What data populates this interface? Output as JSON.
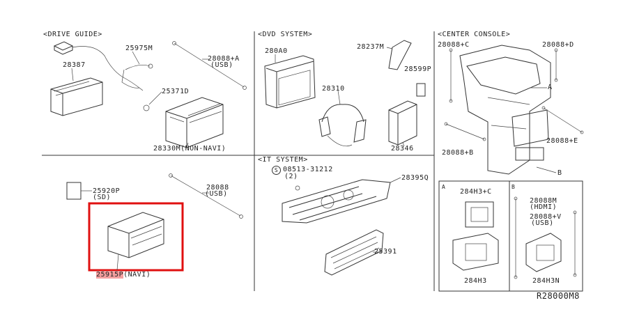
{
  "diagram_code": "R28000M8",
  "sections": {
    "drive_guide": "<DRIVE GUIDE>",
    "dvd_system": "<DVD SYSTEM>",
    "center_console": "<CENTER CONSOLE>",
    "it_system": "<IT SYSTEM>"
  },
  "parts": {
    "p28387": "28387",
    "p25975m": "25975M",
    "p28088a": "28088+A",
    "p28088a_sub": "(USB)",
    "p25371d": "25371D",
    "p28330m": "28330M(NON-NAVI)",
    "p280a0": "280A0",
    "p28237m": "28237M",
    "p28599p": "28599P",
    "p28310": "28310",
    "p28346": "28346",
    "p28088c": "28088+C",
    "p28088d": "28088+D",
    "p28088e": "28088+E",
    "p28088b": "28088+B",
    "ref_a": "A",
    "ref_b": "B",
    "p25920p": "25920P",
    "p25920p_sub": "(SD)",
    "p28088": "28088",
    "p28088_sub": "(USB)",
    "p25915p_code": "25915P",
    "p25915p_sub": "(NAVI)",
    "screw_symbol": "S",
    "screw": "08513-31212",
    "screw_qty": "(2)",
    "p28395q": "28395Q",
    "p25391": "25391",
    "p284h3c": "284H3+C",
    "p284h3": "284H3",
    "p28088m": "28088M",
    "p28088m_sub": "(HDMI)",
    "p28088v": "28088+V",
    "p28088v_sub": "(USB)",
    "p284h3n": "284H3N",
    "inset_a": "A",
    "inset_b": "B"
  },
  "highlight_color": "#e01010"
}
